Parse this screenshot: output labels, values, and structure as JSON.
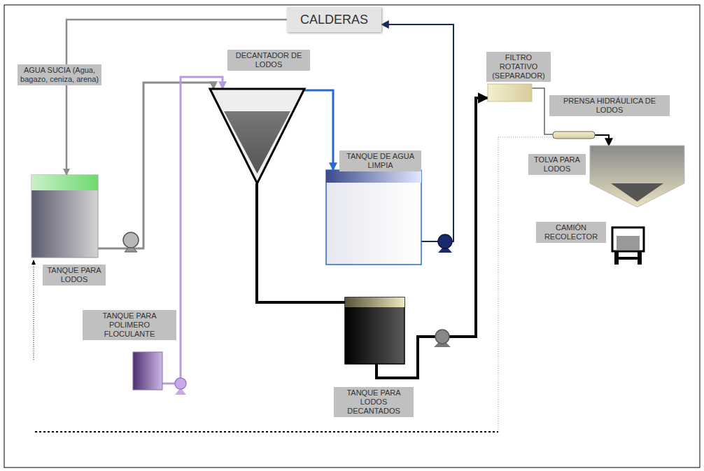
{
  "diagram": {
    "nodes": [
      {
        "text": [
          "CALDERAS"
        ]
      },
      {
        "text": [
          "DECANTADOR DE LODOS"
        ]
      },
      {
        "text": [
          "FILTRO ROTATIVO (SEPARADOR)"
        ]
      },
      {
        "text": [
          "PRENSA HIDRÁULICA DE LODOS"
        ]
      },
      {
        "text": [
          "TANQUE DE AGUA LIMPIA"
        ]
      },
      {
        "text": [
          "TOLVA PARA LODOS"
        ]
      },
      {
        "text": [
          "TANQUE PARA LODOS"
        ]
      },
      {
        "text": [
          "CAMIÓN RECOLECTOR"
        ]
      },
      {
        "text": [
          "TANQUE PARA POLIMERO FLOCULANTE"
        ]
      },
      {
        "text": [
          "TANQUE PARA LODOS DECANTADOS"
        ]
      }
    ],
    "edges": [
      {
        "from": 0,
        "to": 6,
        "arrow": "to",
        "label": "AGUA SUCIA (Agua, bagazo, ceniza, arena)"
      },
      {
        "from": 6,
        "to": 1,
        "arrow": "to"
      },
      {
        "from": 8,
        "to": 1,
        "arrow": "to"
      },
      {
        "from": 1,
        "to": 4,
        "arrow": "to"
      },
      {
        "from": 4,
        "to": 0,
        "arrow": "to"
      },
      {
        "from": 1,
        "to": 9,
        "arrow": "none"
      },
      {
        "from": 9,
        "to": 2,
        "arrow": "to"
      },
      {
        "from": 2,
        "to": 3,
        "arrow": "none"
      },
      {
        "from": 3,
        "to": 5,
        "arrow": "to"
      }
    ]
  }
}
